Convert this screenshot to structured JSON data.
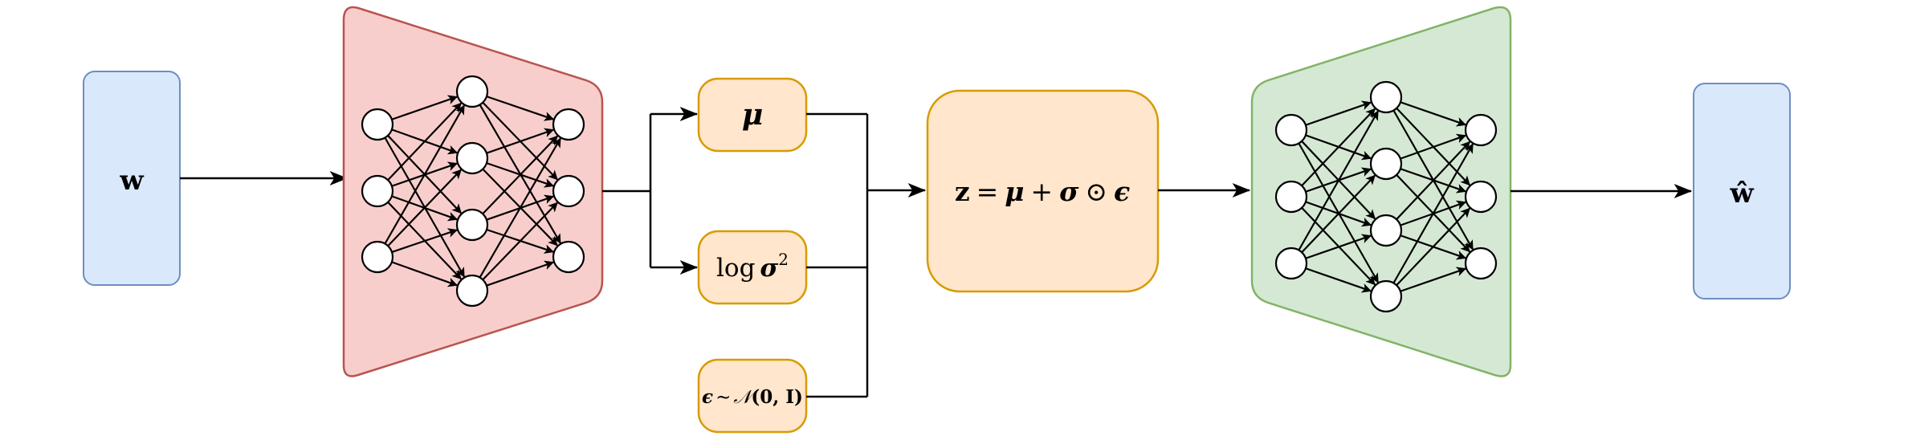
{
  "input_label": "w",
  "output_label": "ŵ",
  "mu_label": "μ",
  "logvar_label": "log σ²",
  "logvar": {
    "prefix": "log",
    "symbol": "σ",
    "power": "2"
  },
  "epsilon_label": "ϵ ∼ 𝒩(0, I)",
  "epsilon": {
    "symbol": "ϵ",
    "sim": "∼",
    "dist": "𝒩",
    "args": "(0, I)"
  },
  "reparam_label": "z = μ + σ ⊙ ϵ",
  "reparam": {
    "z": "z",
    "eq": "=",
    "mu": "μ",
    "plus": "+",
    "sigma": "σ",
    "odot": "⊙",
    "eps": "ϵ"
  },
  "colors": {
    "input_fill": "#dae8fc",
    "input_stroke": "#6c8ebf",
    "encoder_fill": "#f8cecc",
    "encoder_stroke": "#b85450",
    "param_fill": "#ffe6cc",
    "param_stroke": "#d79b00",
    "decoder_fill": "#d5e8d4",
    "decoder_stroke": "#82b366"
  }
}
